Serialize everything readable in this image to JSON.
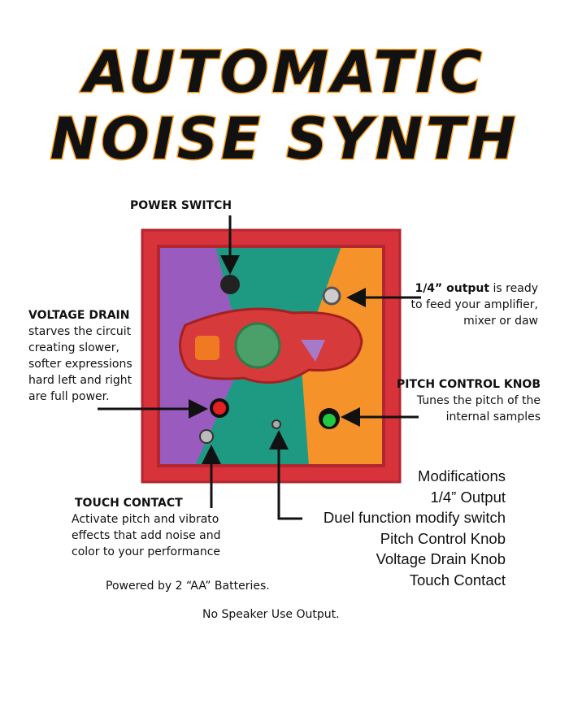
{
  "title": {
    "line1": "AUTOMATIC",
    "line2": "NOISE SYNTH"
  },
  "power_switch": {
    "heading": "POWER SWITCH"
  },
  "output": {
    "bold": "1/4” output",
    "rest": " is ready",
    "line2": "to feed your amplifier,",
    "line3": "mixer or daw"
  },
  "voltage_drain": {
    "heading": "VOLTAGE DRAIN",
    "lines": [
      "starves the circuit",
      "creating slower,",
      "softer expressions",
      "hard left and right",
      "are full power."
    ]
  },
  "pitch_knob": {
    "heading": "PITCH CONTROL KNOB",
    "lines": [
      "Tunes the pitch of the",
      "internal samples"
    ]
  },
  "touch_contact": {
    "heading": "TOUCH CONTACT",
    "lines": [
      "Activate pitch and vibrato",
      "effects that add noise and",
      "color to your performance"
    ]
  },
  "modifications": {
    "heading": "Modifications",
    "items": [
      "1/4” Output",
      "Duel function modify switch",
      "Pitch Control Knob",
      "Voltage Drain Knob",
      "Touch Contact"
    ]
  },
  "footer": {
    "batteries": "Powered by 2 “AA” Batteries.",
    "speaker": "No Speaker Use Output."
  },
  "colors": {
    "frame": "#d8323a",
    "purple": "#9a5bbf",
    "teal": "#1e9a82",
    "orange": "#f5922a",
    "title_outline": "#f39a1e"
  }
}
